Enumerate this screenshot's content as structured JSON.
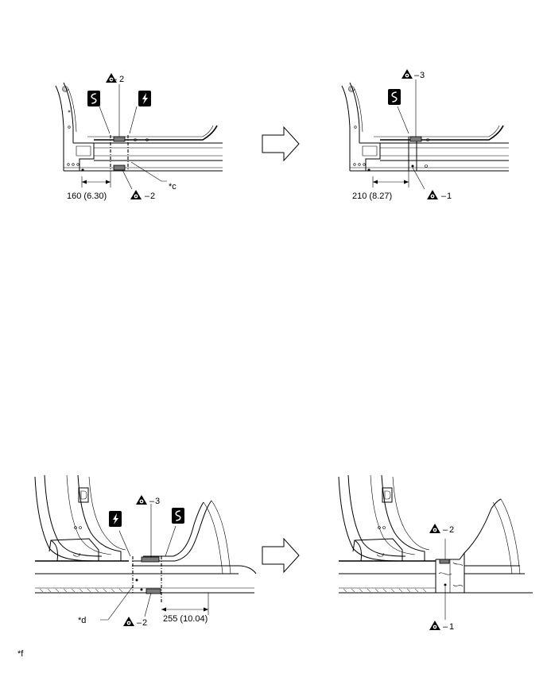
{
  "panels": {
    "top_left": {
      "callout_top": "2",
      "callout_bottom": "2",
      "dimension": "160 (6.30)",
      "label": "*c"
    },
    "top_right": {
      "callout_top": "3",
      "callout_bottom": "1",
      "dimension": "210 (8.27)"
    },
    "bottom_left": {
      "callout_top": "3",
      "callout_bottom": "2",
      "dimension": "255 (10.04)",
      "label": "*d"
    },
    "bottom_right": {
      "callout_top": "2",
      "callout_bottom": "1"
    }
  },
  "footer_label": "*f",
  "icons": [
    "saw-cut-icon",
    "lightning-cut-icon",
    "weld-triangle-icon",
    "arrow-right-icon"
  ]
}
